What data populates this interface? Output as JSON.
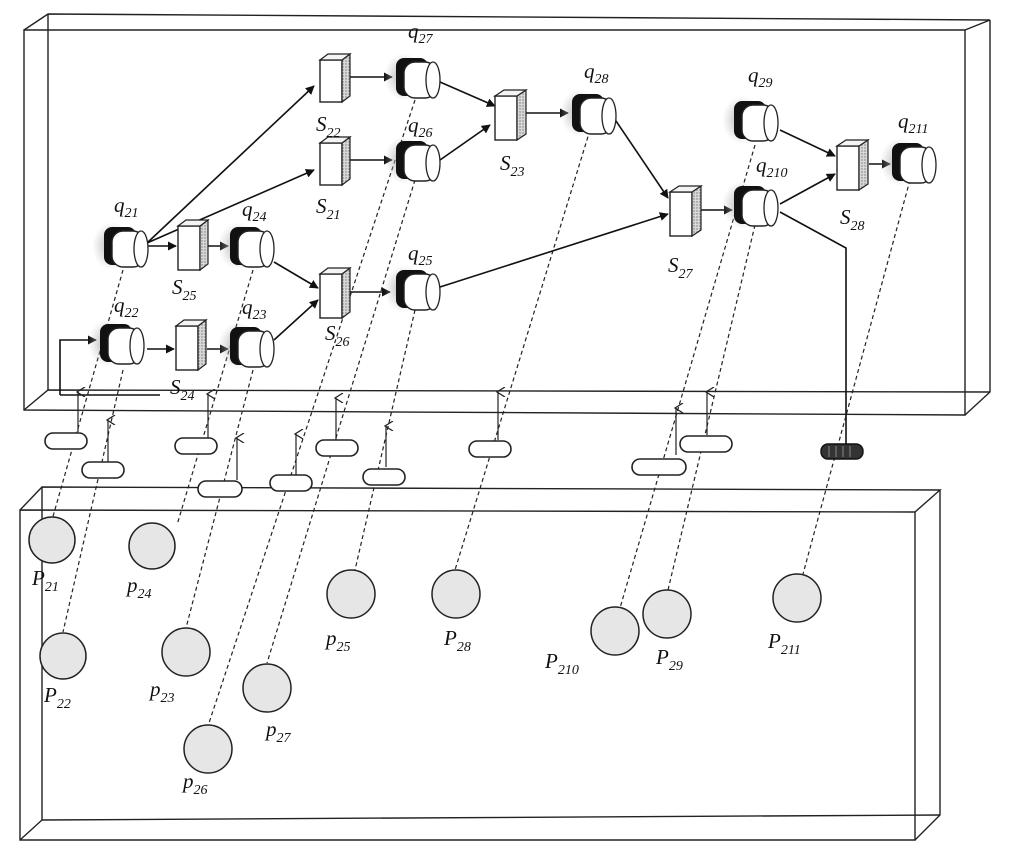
{
  "diagram": {
    "stations": [
      {
        "id": "S22",
        "main": "S",
        "sub": "22"
      },
      {
        "id": "S21",
        "main": "S",
        "sub": "21"
      },
      {
        "id": "S23",
        "main": "S",
        "sub": "23"
      },
      {
        "id": "S25",
        "main": "S",
        "sub": "25"
      },
      {
        "id": "S26",
        "main": "S",
        "sub": "26"
      },
      {
        "id": "S24",
        "main": "S",
        "sub": "24"
      },
      {
        "id": "S27",
        "main": "S",
        "sub": "27"
      },
      {
        "id": "S28",
        "main": "S",
        "sub": "28"
      }
    ],
    "queues": [
      {
        "id": "q27",
        "main": "q",
        "sub": "27"
      },
      {
        "id": "q26",
        "main": "q",
        "sub": "26"
      },
      {
        "id": "q28",
        "main": "q",
        "sub": "28"
      },
      {
        "id": "q29",
        "main": "q",
        "sub": "29"
      },
      {
        "id": "q210",
        "main": "q",
        "sub": "210"
      },
      {
        "id": "q211",
        "main": "q",
        "sub": "211"
      },
      {
        "id": "q21",
        "main": "q",
        "sub": "21"
      },
      {
        "id": "q24",
        "main": "q",
        "sub": "24"
      },
      {
        "id": "q25",
        "main": "q",
        "sub": "25"
      },
      {
        "id": "q22",
        "main": "q",
        "sub": "22"
      },
      {
        "id": "q23",
        "main": "q",
        "sub": "23"
      }
    ],
    "places": [
      {
        "id": "P21",
        "main": "P",
        "sub": "21"
      },
      {
        "id": "p24",
        "main": "p",
        "sub": "24"
      },
      {
        "id": "P22",
        "main": "P",
        "sub": "22"
      },
      {
        "id": "p23",
        "main": "p",
        "sub": "23"
      },
      {
        "id": "p25",
        "main": "p",
        "sub": "25"
      },
      {
        "id": "P28",
        "main": "P",
        "sub": "28"
      },
      {
        "id": "P210",
        "main": "P",
        "sub": "210"
      },
      {
        "id": "P29",
        "main": "P",
        "sub": "29"
      },
      {
        "id": "P211",
        "main": "P",
        "sub": "211"
      },
      {
        "id": "p27",
        "main": "p",
        "sub": "27"
      },
      {
        "id": "p26",
        "main": "p",
        "sub": "26"
      }
    ]
  }
}
